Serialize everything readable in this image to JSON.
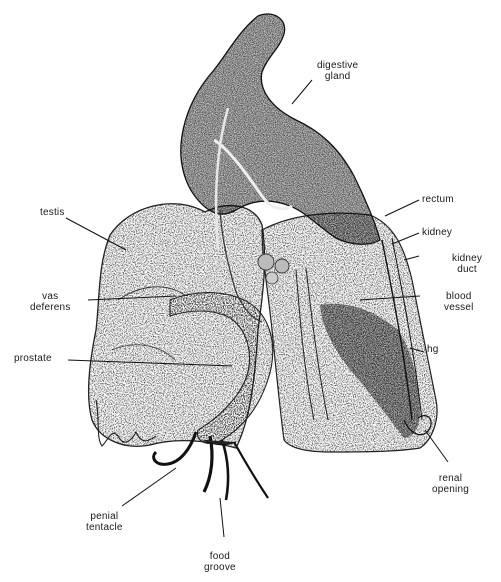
{
  "figure": {
    "labels": {
      "digestive_gland": [
        "digestive",
        "gland"
      ],
      "rectum": [
        "rectum"
      ],
      "kidney": [
        "kidney"
      ],
      "kidney_duct": [
        "kidney",
        "duct"
      ],
      "blood_vessel": [
        "blood",
        "vessel"
      ],
      "hg": [
        "hg"
      ],
      "renal_opening": [
        "renal",
        "opening"
      ],
      "testis": [
        "testis"
      ],
      "vas_deferens": [
        "vas",
        "deferens"
      ],
      "prostate": [
        "prostate"
      ],
      "penial_tentacle": [
        "penial",
        "tentacle"
      ],
      "food_groove": [
        "food",
        "groove"
      ]
    }
  }
}
